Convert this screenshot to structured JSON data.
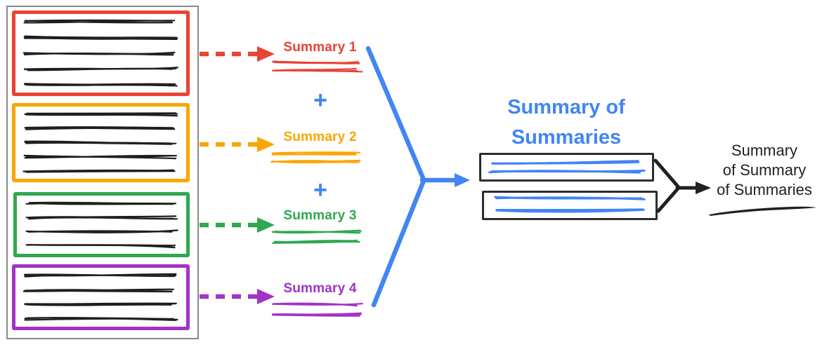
{
  "palette": {
    "red": "#E94335",
    "orange": "#F9A602",
    "green": "#2FA84F",
    "purple": "#A233C6",
    "blue": "#4285F4",
    "ink": "#202124",
    "frame_gray": "#8A8A8A",
    "box_border": "#2B2D30",
    "background": "#FFFFFF"
  },
  "source_documents": {
    "sections": [
      {
        "name": "document-section-1",
        "color": "red",
        "scribble_lines": 5
      },
      {
        "name": "document-section-2",
        "color": "orange",
        "scribble_lines": 5
      },
      {
        "name": "document-section-3",
        "color": "green",
        "scribble_lines": 4
      },
      {
        "name": "document-section-4",
        "color": "purple",
        "scribble_lines": 4
      }
    ]
  },
  "summaries": [
    {
      "label": "Summary 1",
      "color": "red"
    },
    {
      "label": "Summary 2",
      "color": "orange"
    },
    {
      "label": "Summary 3",
      "color": "green"
    },
    {
      "label": "Summary 4",
      "color": "purple"
    }
  ],
  "plus_sign": "+",
  "summary_of_summaries": {
    "title": "Summary of Summaries",
    "title_lines": [
      "Summary of",
      "Summaries"
    ],
    "boxes": [
      {
        "name": "summary-of-summaries-box-1",
        "scribble_lines": 2
      },
      {
        "name": "summary-of-summaries-box-2",
        "scribble_lines": 2
      }
    ]
  },
  "final_summary": {
    "title": "Summary of Summary of Summaries",
    "title_lines": [
      "Summary",
      "of Summary",
      "of Summaries"
    ]
  }
}
